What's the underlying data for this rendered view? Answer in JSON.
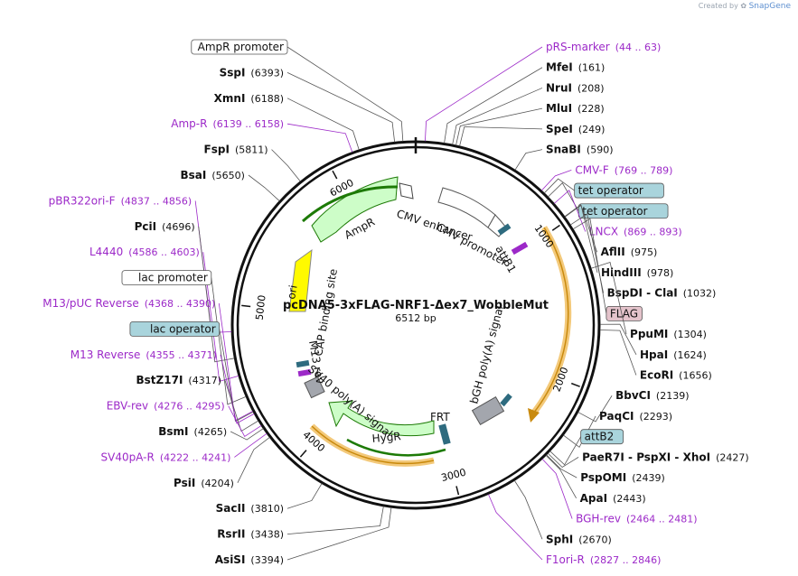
{
  "branding": {
    "created_by": "Created by",
    "product": "SnapGene"
  },
  "plasmid": {
    "name": "pcDNA5-3xFLAG-NRF1-Δex7_WobbleMut",
    "size_label": "6512 bp",
    "length": 6512
  },
  "colors": {
    "enzyme": "#000000",
    "primer": "#9c29c8",
    "tet_box": "#a9d4dc",
    "flag_box": "#e4c3cb",
    "white_box": "#ffffff",
    "ampr_fill": "#cdfdc8",
    "ampr_stroke": "#1d7a06",
    "ori_fill": "#fffa00",
    "orf_highlight": "#f3c97a",
    "feature_grey": "#a3a6ad",
    "feature_teal": "#2e6b7f"
  },
  "ticks": [
    {
      "bp": 1000,
      "label": "1000"
    },
    {
      "bp": 2000,
      "label": "2000"
    },
    {
      "bp": 3000,
      "label": "3000"
    },
    {
      "bp": 4000,
      "label": "4000"
    },
    {
      "bp": 5000,
      "label": "5000"
    },
    {
      "bp": 6000,
      "label": "6000"
    }
  ],
  "labels": [
    {
      "kind": "box",
      "text": "AmpR promoter",
      "bp": 6440
    },
    {
      "kind": "primer",
      "text": "pRS-marker",
      "range": "(44 .. 63)",
      "bp": 53
    },
    {
      "kind": "enzyme",
      "name": "MfeI",
      "pos": "(161)",
      "bp": 161
    },
    {
      "kind": "enzyme",
      "name": "SspI",
      "pos": "(6393)",
      "bp": 6393
    },
    {
      "kind": "enzyme",
      "name": "NruI",
      "pos": "(208)",
      "bp": 208
    },
    {
      "kind": "enzyme",
      "name": "XmnI",
      "pos": "(6188)",
      "bp": 6188
    },
    {
      "kind": "enzyme",
      "name": "MluI",
      "pos": "(228)",
      "bp": 228
    },
    {
      "kind": "primer",
      "text": "Amp-R",
      "range": "(6139 .. 6158)",
      "bp": 6148
    },
    {
      "kind": "enzyme",
      "name": "SpeI",
      "pos": "(249)",
      "bp": 249
    },
    {
      "kind": "enzyme",
      "name": "SnaBI",
      "pos": "(590)",
      "bp": 590
    },
    {
      "kind": "enzyme",
      "name": "FspI",
      "pos": "(5811)",
      "bp": 5811
    },
    {
      "kind": "primer",
      "text": "CMV-F",
      "range": "(769 .. 789)",
      "bp": 779
    },
    {
      "kind": "enzyme",
      "name": "BsaI",
      "pos": "(5650)",
      "bp": 5650
    },
    {
      "kind": "box",
      "text": "tet operator",
      "bp": 800,
      "box": "tet_box"
    },
    {
      "kind": "box",
      "text": "tet operator",
      "bp": 830,
      "box": "tet_box"
    },
    {
      "kind": "primer",
      "text": "LNCX",
      "range": "(869 .. 893)",
      "bp": 881
    },
    {
      "kind": "enzyme",
      "name": "AflII",
      "pos": "(975)",
      "bp": 975
    },
    {
      "kind": "enzyme",
      "name": "HindIII",
      "pos": "(978)",
      "bp": 978
    },
    {
      "kind": "enzyme",
      "name": "BspDI - ClaI",
      "pos": "(1032)",
      "bp": 1032
    },
    {
      "kind": "box",
      "text": "FLAG",
      "bp": 1060,
      "box": "flag_box"
    },
    {
      "kind": "primer",
      "text": "pBR322ori-F",
      "range": "(4837 .. 4856)",
      "bp": 4846
    },
    {
      "kind": "enzyme",
      "name": "PciI",
      "pos": "(4696)",
      "bp": 4696
    },
    {
      "kind": "enzyme",
      "name": "PpuMI",
      "pos": "(1304)",
      "bp": 1304
    },
    {
      "kind": "primer",
      "text": "L4440",
      "range": "(4586 .. 4603)",
      "bp": 4594
    },
    {
      "kind": "enzyme",
      "name": "HpaI",
      "pos": "(1624)",
      "bp": 1624
    },
    {
      "kind": "box",
      "text": "lac promoter",
      "bp": 4470
    },
    {
      "kind": "enzyme",
      "name": "EcoRI",
      "pos": "(1656)",
      "bp": 1656
    },
    {
      "kind": "primer",
      "text": "M13/pUC Reverse",
      "range": "(4368 .. 4390)",
      "bp": 4379
    },
    {
      "kind": "box",
      "text": "lac operator",
      "bp": 4375,
      "box": "tet_box"
    },
    {
      "kind": "primer",
      "text": "M13 Reverse",
      "range": "(4355 .. 4371)",
      "bp": 4363
    },
    {
      "kind": "enzyme",
      "name": "BbvCI",
      "pos": "(2139)",
      "bp": 2139
    },
    {
      "kind": "enzyme",
      "name": "BstZ17I",
      "pos": "(4317)",
      "bp": 4317
    },
    {
      "kind": "enzyme",
      "name": "PaqCI",
      "pos": "(2293)",
      "bp": 2293
    },
    {
      "kind": "primer",
      "text": "EBV-rev",
      "range": "(4276 .. 4295)",
      "bp": 4285
    },
    {
      "kind": "box",
      "text": "attB2",
      "bp": 2410,
      "box": "tet_box"
    },
    {
      "kind": "enzyme",
      "name": "BsmI",
      "pos": "(4265)",
      "bp": 4265
    },
    {
      "kind": "enzyme",
      "name": "PaeR7I - PspXI - XhoI",
      "pos": "(2427)",
      "bp": 2427
    },
    {
      "kind": "enzyme",
      "name": "PspOMI",
      "pos": "(2439)",
      "bp": 2439
    },
    {
      "kind": "primer",
      "text": "SV40pA-R",
      "range": "(4222 .. 4241)",
      "bp": 4231
    },
    {
      "kind": "enzyme",
      "name": "ApaI",
      "pos": "(2443)",
      "bp": 2443
    },
    {
      "kind": "enzyme",
      "name": "PsiI",
      "pos": "(4204)",
      "bp": 4204
    },
    {
      "kind": "primer",
      "text": "BGH-rev",
      "range": "(2464 .. 2481)",
      "bp": 2472
    },
    {
      "kind": "enzyme",
      "name": "SphI",
      "pos": "(2670)",
      "bp": 2670
    },
    {
      "kind": "enzyme",
      "name": "SacII",
      "pos": "(3810)",
      "bp": 3810
    },
    {
      "kind": "primer",
      "text": "F1ori-R",
      "range": "(2827 .. 2846)",
      "bp": 2836
    },
    {
      "kind": "enzyme",
      "name": "RsrII",
      "pos": "(3438)",
      "bp": 3438
    },
    {
      "kind": "enzyme",
      "name": "AsiSI",
      "pos": "(3394)",
      "bp": 3394
    }
  ],
  "features": {
    "cmv_enhancer": "CMV enhancer",
    "cmv_promoter": "CMV promoter",
    "attb1": "attB1",
    "ampr": "AmpR",
    "ori": "ori",
    "cap": "CAP binding site",
    "m13rev": "M13 rev",
    "sv40": "SV40 poly(A) signal",
    "hygr": "HygR",
    "frt": "FRT",
    "bgh": "bGH poly(A) signal"
  }
}
